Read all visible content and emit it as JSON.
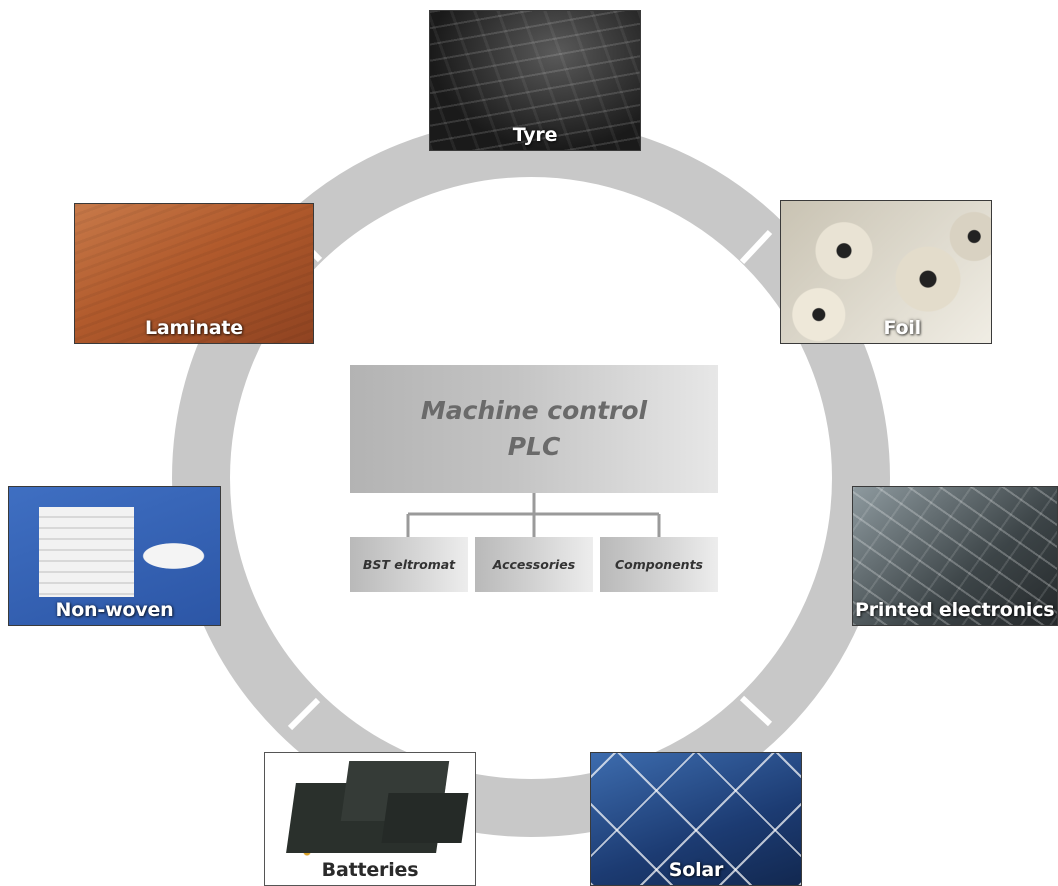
{
  "center": {
    "line1": "Machine control",
    "line2": "PLC"
  },
  "sub_modules": [
    "BST eltromat",
    "Accessories",
    "Components"
  ],
  "applications": {
    "tyre": "Tyre",
    "foil": "Foil",
    "laminate": "Laminate",
    "non_woven": "Non-woven",
    "printed_electronics": "Printed electronics",
    "batteries": "Batteries",
    "solar": "Solar"
  },
  "colors": {
    "ring": "#c8c8c8",
    "connector": "#9a9a9a",
    "label_text": "#ffffff"
  }
}
